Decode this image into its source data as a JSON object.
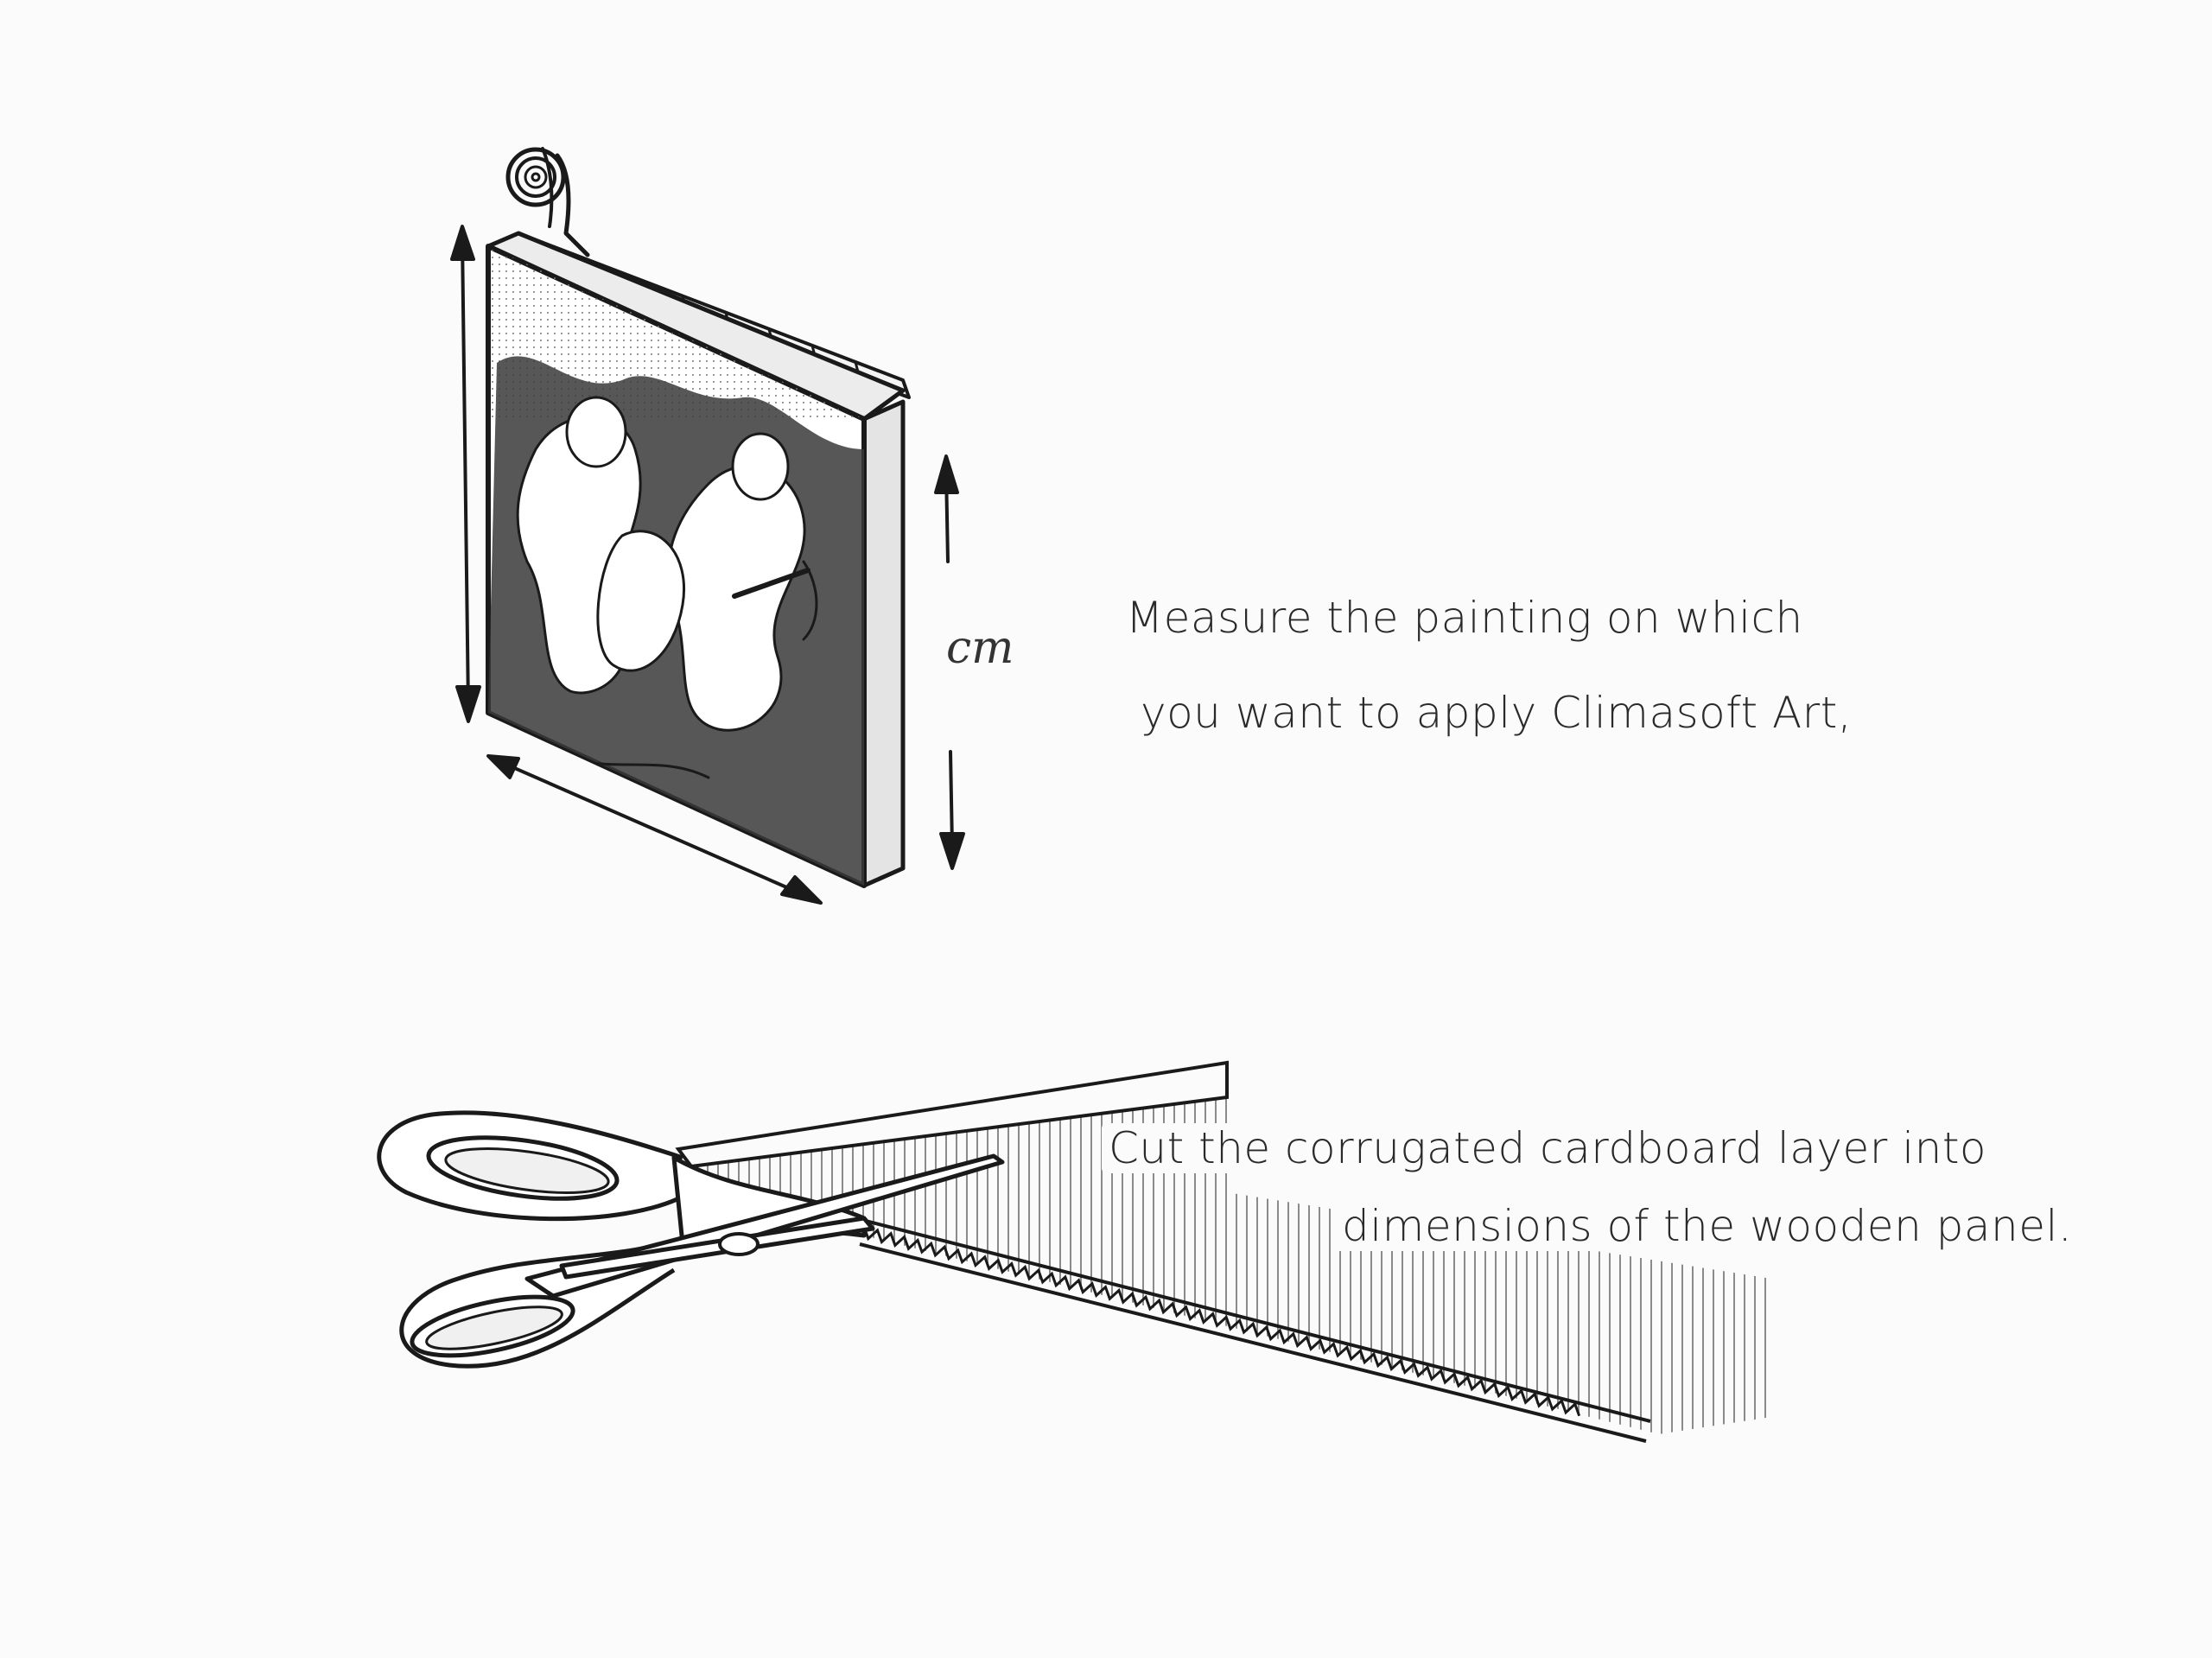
{
  "step1": {
    "line1": "Measure the painting on which",
    "line2": "you want to apply Climasoft Art,",
    "unit_label": "cm"
  },
  "step2": {
    "line1": "Cut the corrugated cardboard layer into",
    "line2": "dimensions of the wooden panel."
  },
  "colors": {
    "ink": "#1a1a1a",
    "text": "#2a2a2a",
    "paper": "#fbfbfb",
    "hatch": "#8a8a8a"
  }
}
